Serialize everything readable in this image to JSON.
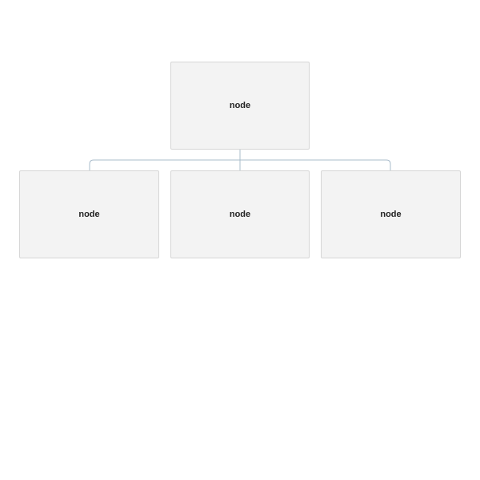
{
  "diagram": {
    "root": {
      "label": "node"
    },
    "children": [
      {
        "label": "node"
      },
      {
        "label": "node"
      },
      {
        "label": "node"
      }
    ],
    "colors": {
      "node_fill": "#f3f3f3",
      "node_border": "#d6d6d6",
      "connector": "#a9bccb",
      "text": "#222222"
    }
  }
}
